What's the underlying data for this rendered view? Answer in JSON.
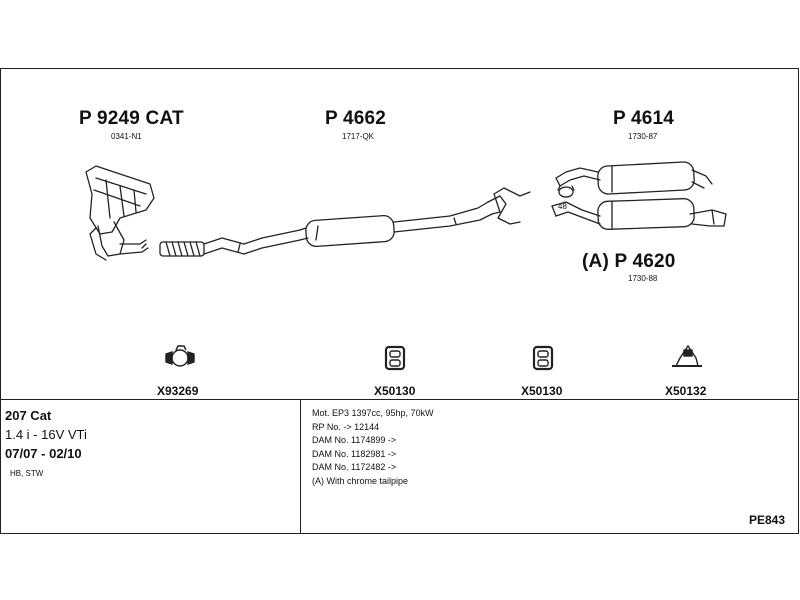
{
  "parts": {
    "front": {
      "number": "P 9249 CAT",
      "ref": "0341-N1"
    },
    "middle": {
      "number": "P 4662",
      "ref": "1717-QK"
    },
    "rear_a": {
      "number": "P 4614",
      "ref": "1730-87"
    },
    "rear_b": {
      "number": "(A) P 4620",
      "ref": "1730-88"
    },
    "clamp_tag": "48"
  },
  "hardware": [
    {
      "code": "X93269",
      "icon": "clamp-ring-icon"
    },
    {
      "code": "X50130",
      "icon": "rubber-mount-icon"
    },
    {
      "code": "X50130",
      "icon": "rubber-mount-icon"
    },
    {
      "code": "X50132",
      "icon": "hanger-bracket-icon"
    }
  ],
  "vehicle": {
    "model": "207 Cat",
    "engine": "1.4 i - 16V VTi",
    "years": "07/07 - 02/10",
    "body": "HB, STW"
  },
  "notes": [
    "Mot. EP3 1397cc, 95hp, 70kW",
    "RP No. -> 12144",
    "DAM No. 1174899 ->",
    "DAM No. 1182981 ->",
    "DAM No. 1172482 ->",
    "(A) With chrome tailpipe"
  ],
  "ref_code": "PE843"
}
